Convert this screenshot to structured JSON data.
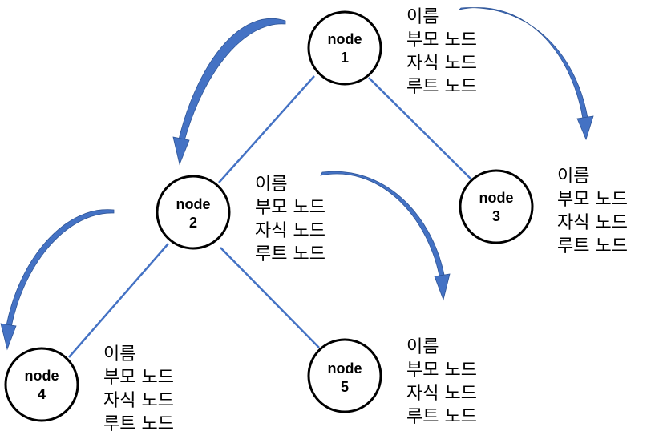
{
  "nodes": [
    {
      "id": "1",
      "label": "node",
      "number": "1"
    },
    {
      "id": "2",
      "label": "node",
      "number": "2"
    },
    {
      "id": "3",
      "label": "node",
      "number": "3"
    },
    {
      "id": "4",
      "label": "node",
      "number": "4"
    },
    {
      "id": "5",
      "label": "node",
      "number": "5"
    }
  ],
  "edges": [
    {
      "from": "1",
      "to": "2"
    },
    {
      "from": "1",
      "to": "3"
    },
    {
      "from": "2",
      "to": "4"
    },
    {
      "from": "2",
      "to": "5"
    }
  ],
  "attributes": [
    {
      "node": "1",
      "lines": [
        "이름",
        "부모 노드",
        "자식 노드",
        "루트 노드"
      ]
    },
    {
      "node": "2",
      "lines": [
        "이름",
        "부모 노드",
        "자식 노드",
        "루트 노드"
      ]
    },
    {
      "node": "3",
      "lines": [
        "이름",
        "부모 노드",
        "자식 노드",
        "루트 노드"
      ]
    },
    {
      "node": "4",
      "lines": [
        "이름",
        "부모 노드",
        "자식 노드",
        "루트 노드"
      ]
    },
    {
      "node": "5",
      "lines": [
        "이름",
        "부모 노드",
        "자식 노드",
        "루트 노드"
      ]
    }
  ],
  "colors": {
    "edge": "#4472c4",
    "arrow": "#4472c4",
    "node_stroke": "#000000"
  },
  "icons": [
    "curved-arrow-icon"
  ]
}
